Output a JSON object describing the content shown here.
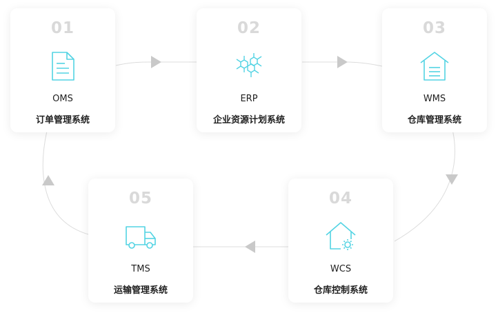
{
  "colors": {
    "accent": "#52d3e3",
    "number": "#d9d9d9",
    "line": "#dcdcdc",
    "arrow": "#c9c9c9"
  },
  "steps": [
    {
      "number": "01",
      "abbr": "OMS",
      "name": "订单管理系统",
      "icon": "document-icon"
    },
    {
      "number": "02",
      "abbr": "ERP",
      "name": "企业资源计划系统",
      "icon": "molecule-network-icon"
    },
    {
      "number": "03",
      "abbr": "WMS",
      "name": "仓库管理系统",
      "icon": "warehouse-icon"
    },
    {
      "number": "04",
      "abbr": "WCS",
      "name": "仓库控制系统",
      "icon": "house-gear-icon"
    },
    {
      "number": "05",
      "abbr": "TMS",
      "name": "运输管理系统",
      "icon": "truck-icon"
    }
  ]
}
